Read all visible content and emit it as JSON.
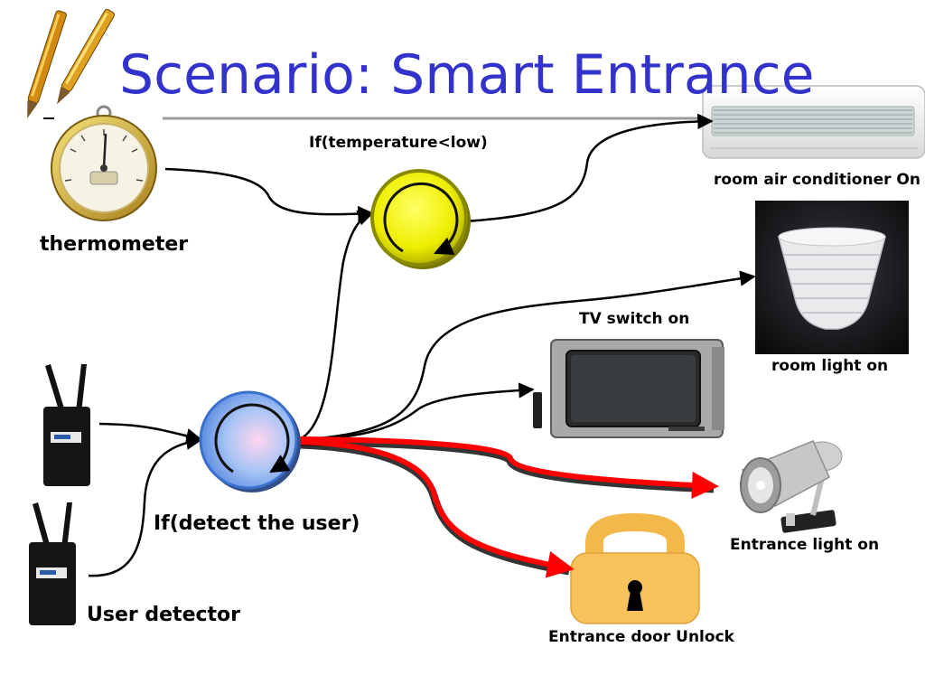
{
  "slide": {
    "title": "Scenario: Smart Entrance",
    "accent_color": "#3333cc"
  },
  "sensors": {
    "thermometer": "thermometer",
    "user_detector": "User detector"
  },
  "conditions": {
    "temperature": "If(temperature<low)",
    "detect_user": "If(detect the user)"
  },
  "actions": {
    "air_conditioner": "room air conditioner On",
    "room_light": "room light on",
    "tv": "TV switch on",
    "entrance_light": "Entrance light on",
    "door": "Entrance door Unlock"
  },
  "colors": {
    "temperature_node": "#e8e800",
    "user_node": "#7aa8f0",
    "highlight_arrow": "#ff0000",
    "lock_body": "#f7c25a"
  },
  "icons": {
    "decoration": "pens-icon",
    "thermometer": "thermometer-icon",
    "detector": "user-detector-icon",
    "air_conditioner": "air-conditioner-icon",
    "room_light": "wall-lamp-icon",
    "tv": "tv-icon",
    "entrance_light": "spotlight-icon",
    "door": "padlock-icon"
  }
}
